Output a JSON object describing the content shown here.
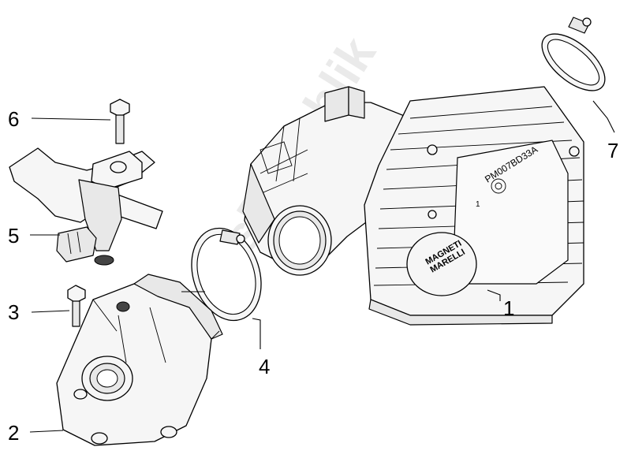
{
  "callouts": [
    {
      "id": "1",
      "label": "1"
    },
    {
      "id": "2",
      "label": "2"
    },
    {
      "id": "3",
      "label": "3"
    },
    {
      "id": "4",
      "label": "4"
    },
    {
      "id": "5",
      "label": "5"
    },
    {
      "id": "6",
      "label": "6"
    },
    {
      "id": "7",
      "label": "7"
    }
  ],
  "part_marking": {
    "model_code": "PM007BD33A",
    "brand_line1": "MAGNETI",
    "brand_line2": "MARELLI",
    "mark_1": "1"
  },
  "watermark": "PartsRepublik"
}
